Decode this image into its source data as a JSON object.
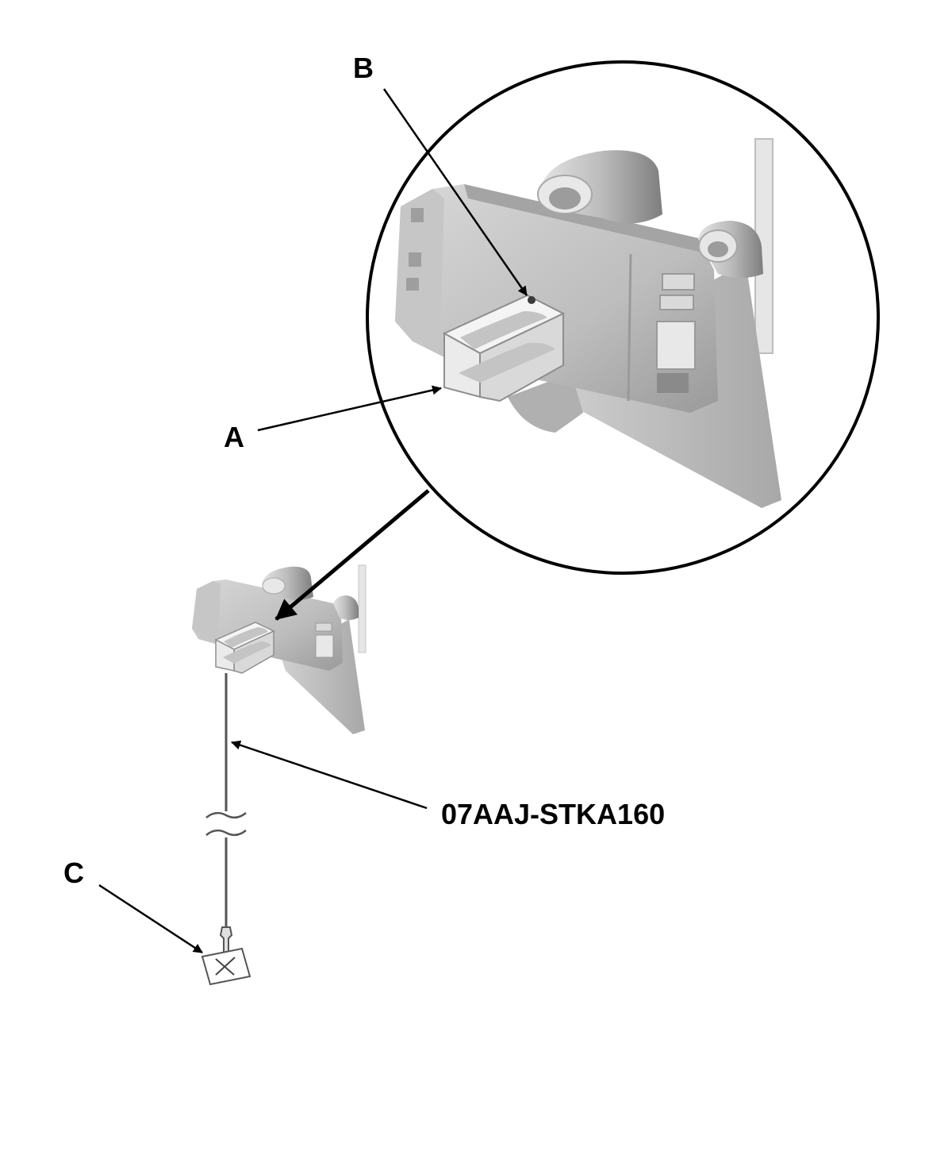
{
  "diagram": {
    "callouts": {
      "a": "A",
      "b": "B",
      "c": "C",
      "tool": "07AAJ-STKA160"
    },
    "colors": {
      "line": "#000000",
      "part_light": "#d6d6d6",
      "part_mid": "#b4b4b4",
      "part_dark": "#8c8c8c",
      "clip": "#f2f2f2"
    }
  }
}
